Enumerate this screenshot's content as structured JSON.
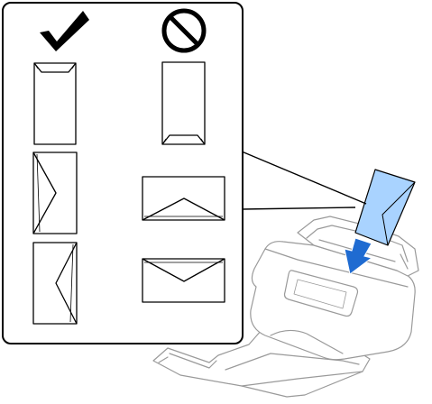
{
  "diagram": {
    "columns": [
      {
        "status": "correct",
        "icon": "checkmark-icon"
      },
      {
        "status": "incorrect",
        "icon": "prohibited-icon"
      }
    ],
    "correct_orientations": [
      "portrait-flap-top",
      "portrait-flap-left",
      "portrait-flap-right"
    ],
    "incorrect_orientations": [
      "portrait-flap-bottom",
      "landscape-flap-bottom",
      "landscape-flap-top"
    ],
    "colors": {
      "line": "#000000",
      "scanner_line": "#9a9a9a",
      "envelope_fill": "#a9d3ff",
      "arrow": "#1f6bd1",
      "background": "#ffffff"
    }
  }
}
